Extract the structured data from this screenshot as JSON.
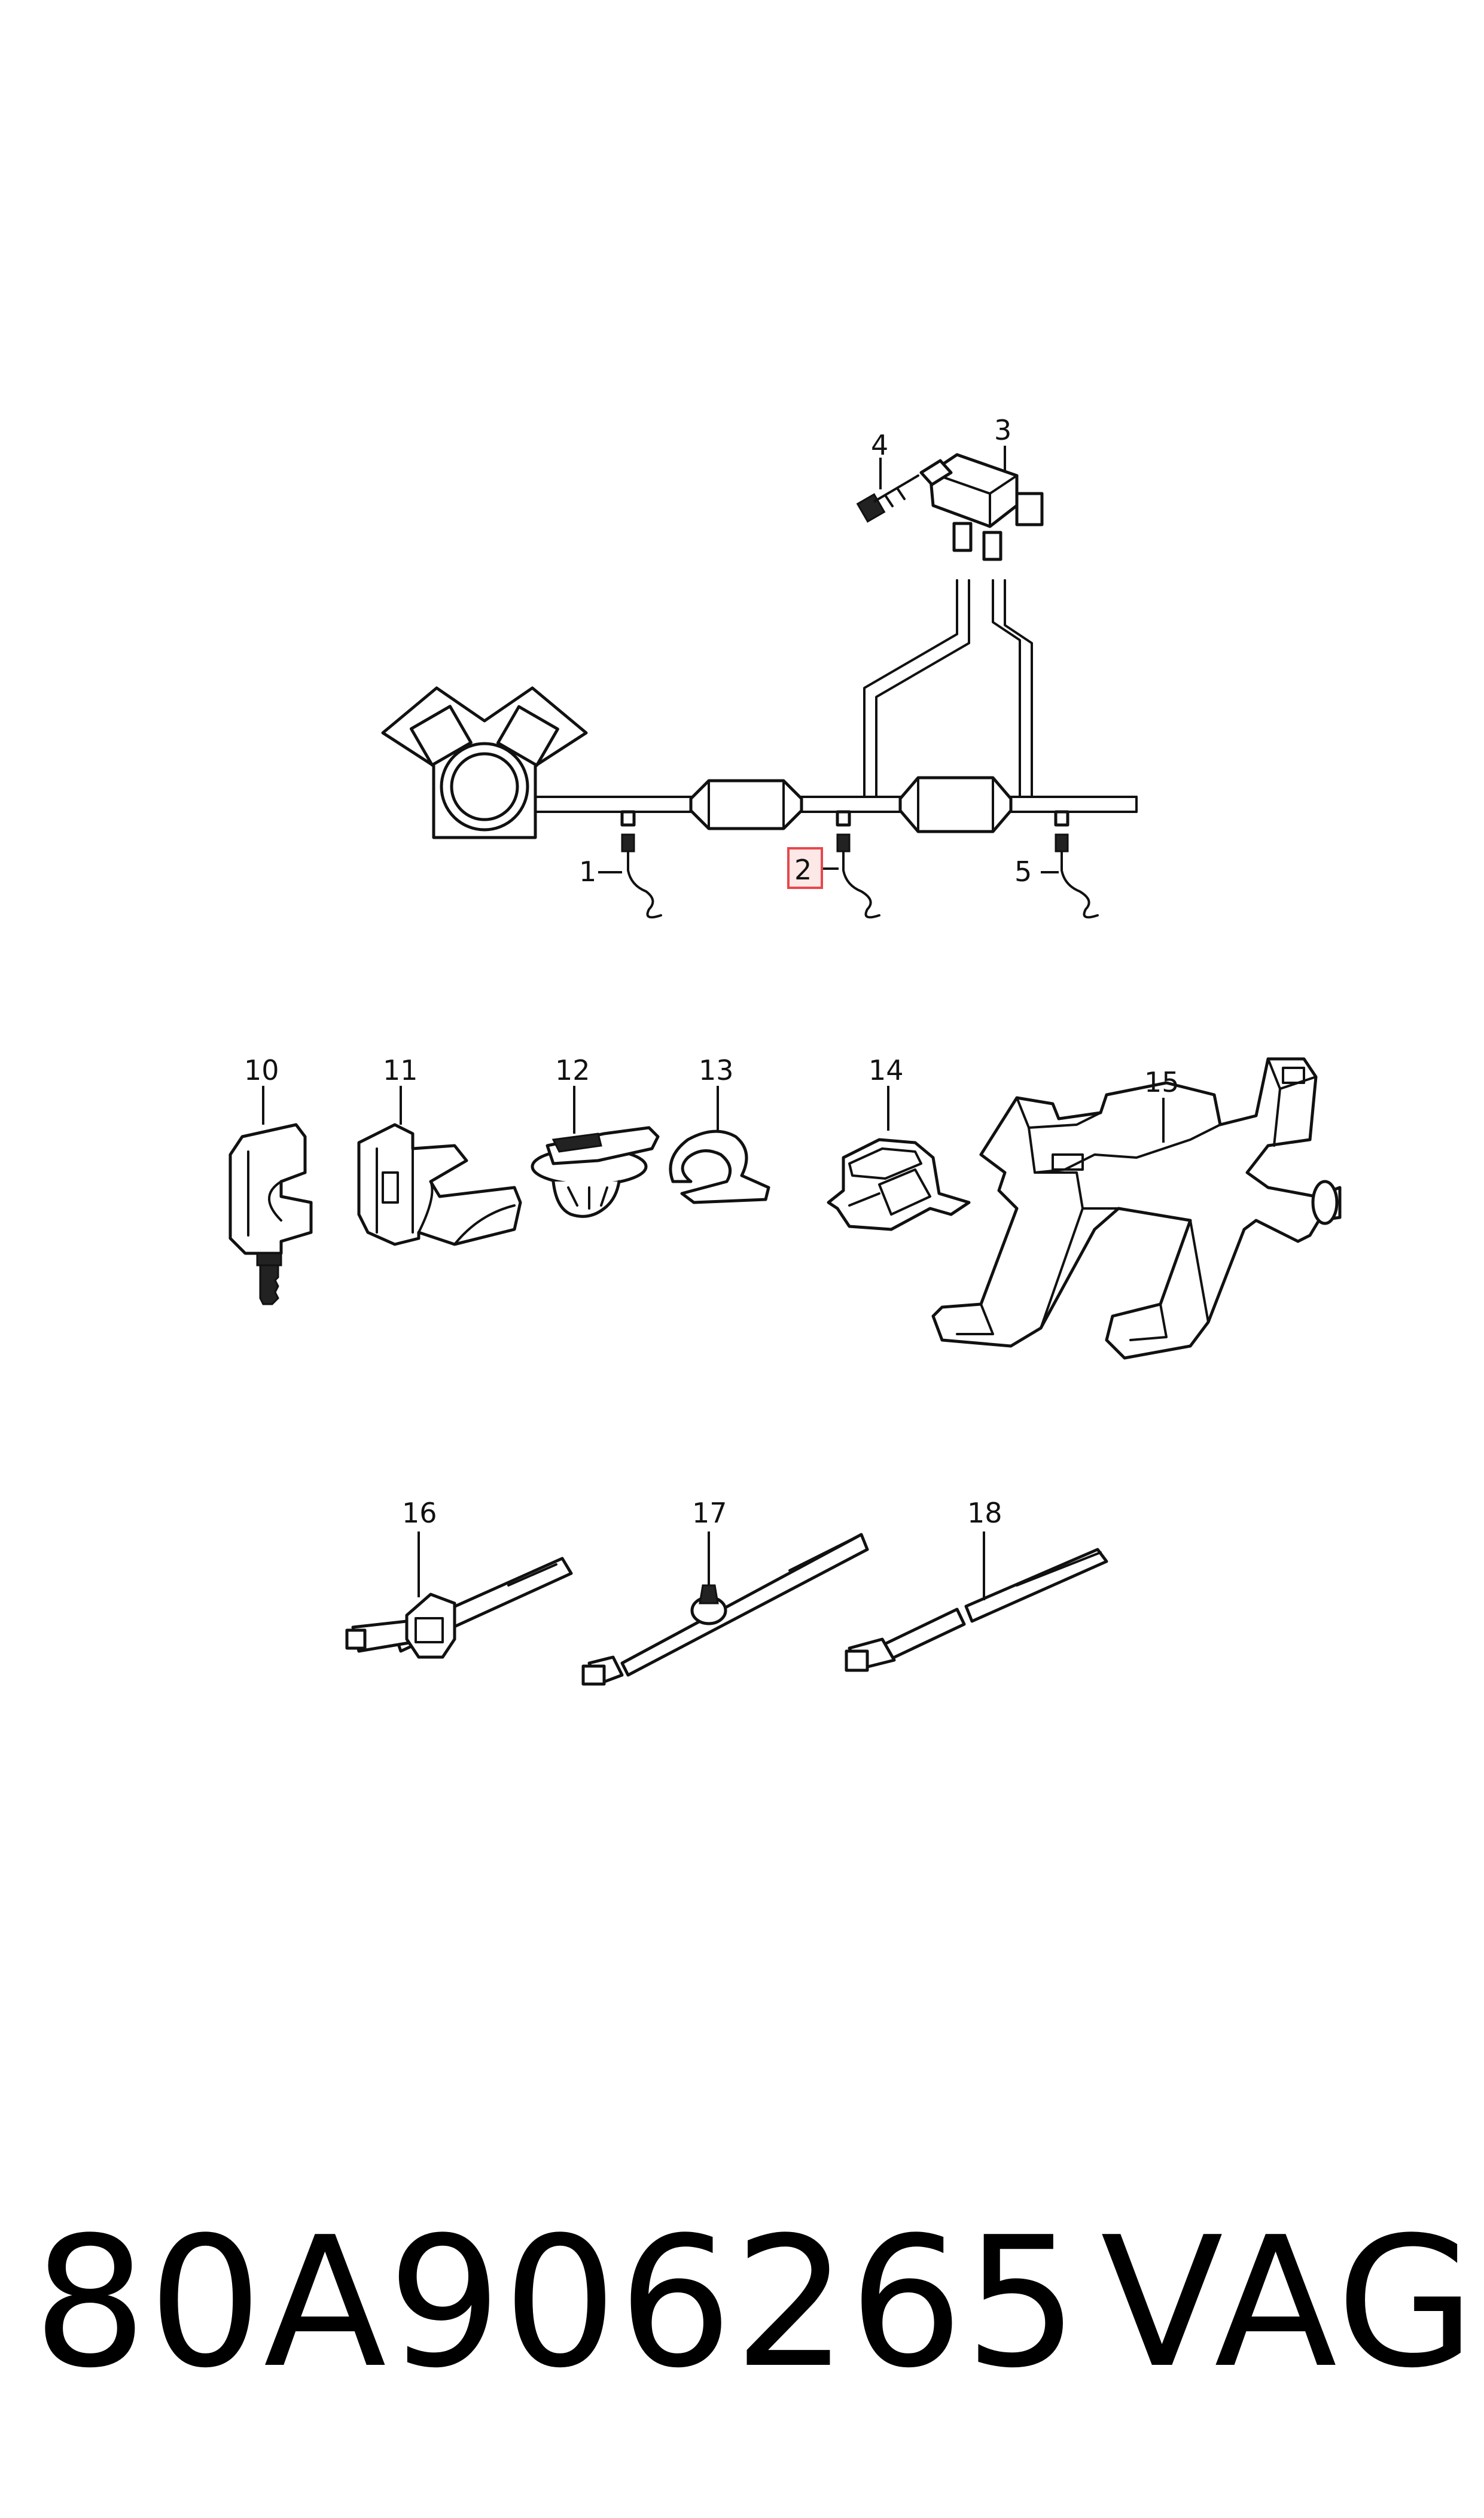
{
  "callouts": {
    "c1": "1",
    "c2": "2",
    "c3": "3",
    "c4": "4",
    "c5": "5",
    "c10": "10",
    "c11": "11",
    "c12": "12",
    "c13": "13",
    "c14": "14",
    "c15": "15",
    "c16": "16",
    "c17": "17",
    "c18": "18"
  },
  "highlighted_callout": "2",
  "highlight_color": "#e8474c",
  "footer": {
    "part_number": "80A906265",
    "brand": "VAG"
  },
  "icons": [
    "engine-icon",
    "catalytic-converter-icon",
    "exhaust-sensor-icon",
    "pressure-sensor-icon",
    "bolt-icon",
    "cable-clip-icon",
    "cable-holder-icon",
    "cable-tie-icon",
    "bracket-icon"
  ]
}
